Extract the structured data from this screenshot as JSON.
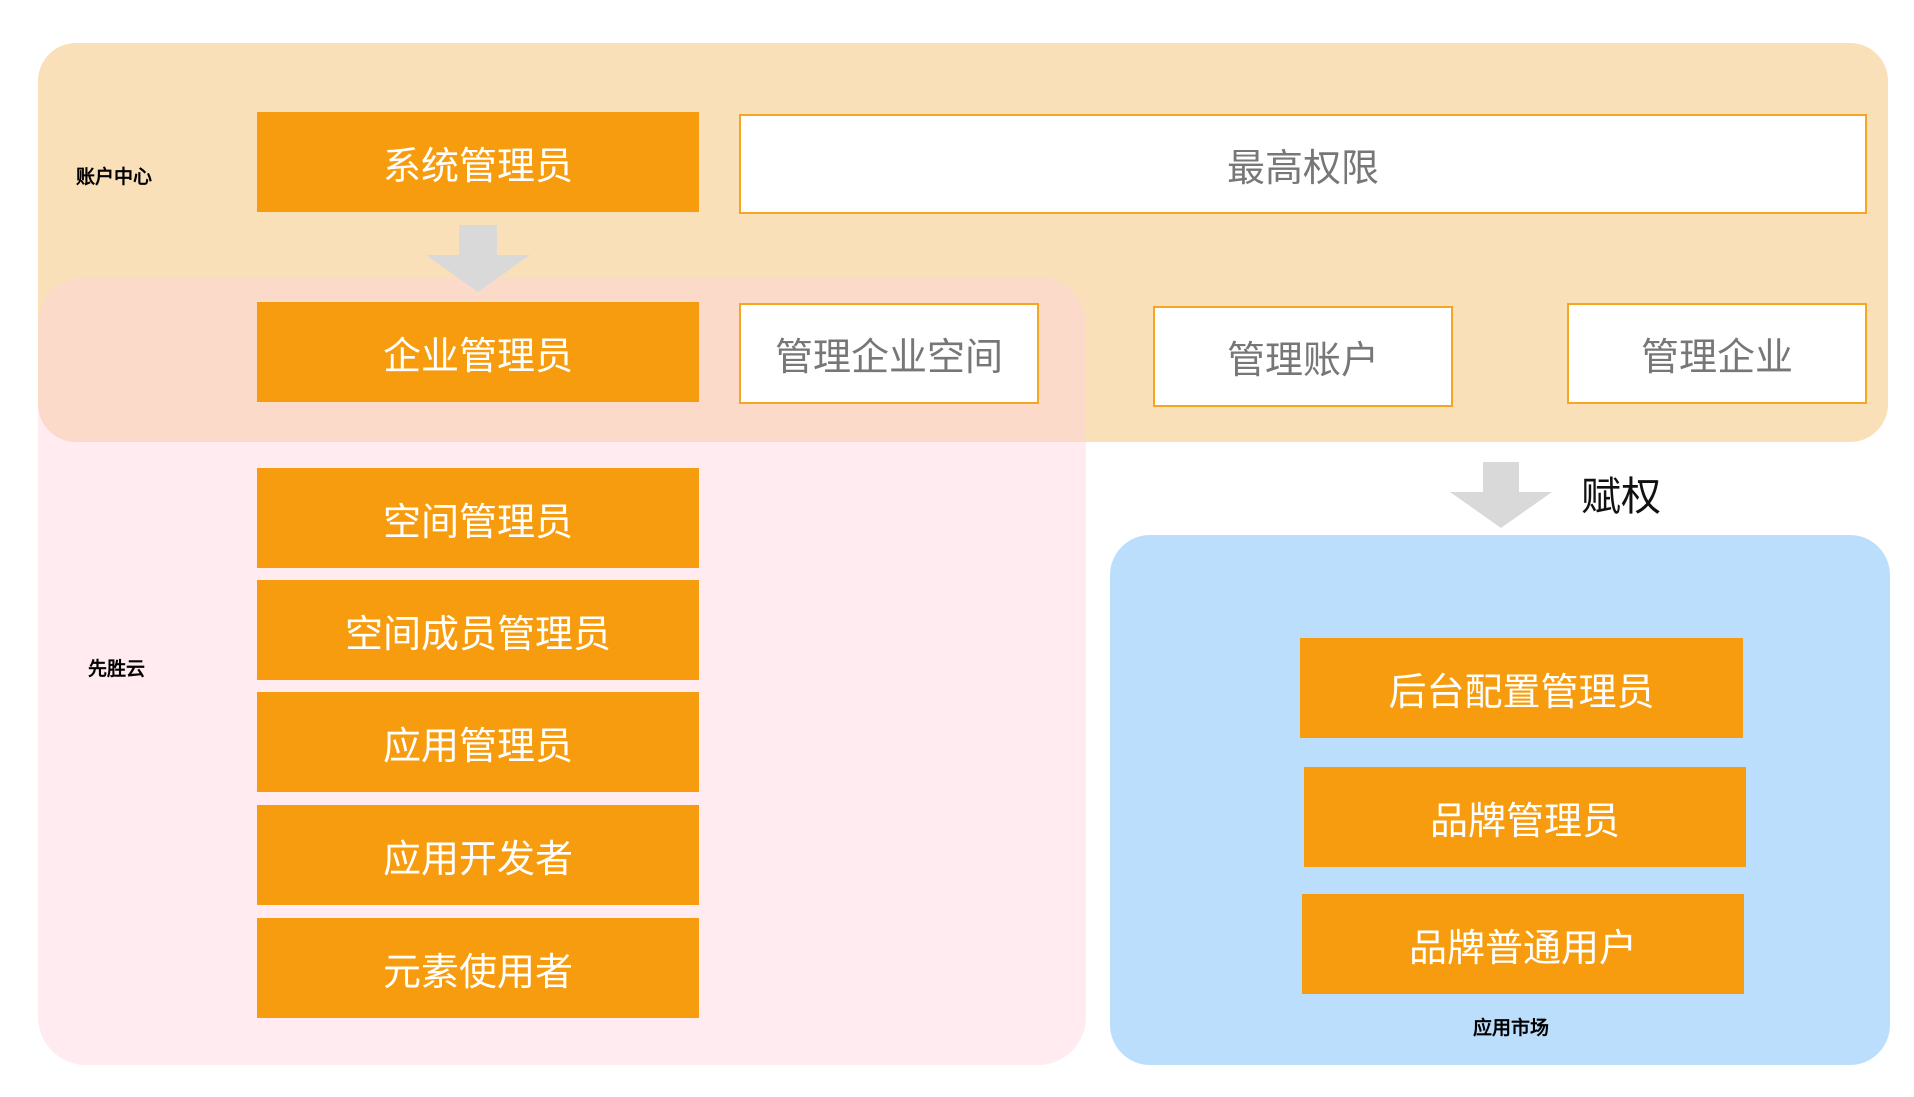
{
  "regions": {
    "account_center": "账户中心",
    "xiansheng_cloud": "先胜云",
    "app_market": "应用市场"
  },
  "roles": {
    "system_admin": "系统管理员",
    "enterprise_admin": "企业管理员",
    "space_admin": "空间管理员",
    "space_member_admin": "空间成员管理员",
    "app_admin": "应用管理员",
    "app_developer": "应用开发者",
    "element_user": "元素使用者",
    "backend_config_admin": "后台配置管理员",
    "brand_admin": "品牌管理员",
    "brand_user": "品牌普通用户"
  },
  "permissions": {
    "highest": "最高权限",
    "manage_space": "管理企业空间",
    "manage_account": "管理账户",
    "manage_enterprise": "管理企业"
  },
  "grant_label": "赋权",
  "colors": {
    "role_fill": "#f79c0e",
    "account_region": "#f9e0b8",
    "cloud_region": "#fde8ee",
    "market_region": "#bcdefd",
    "perm_border": "#f5a623",
    "arrow": "#d9d9d9"
  }
}
